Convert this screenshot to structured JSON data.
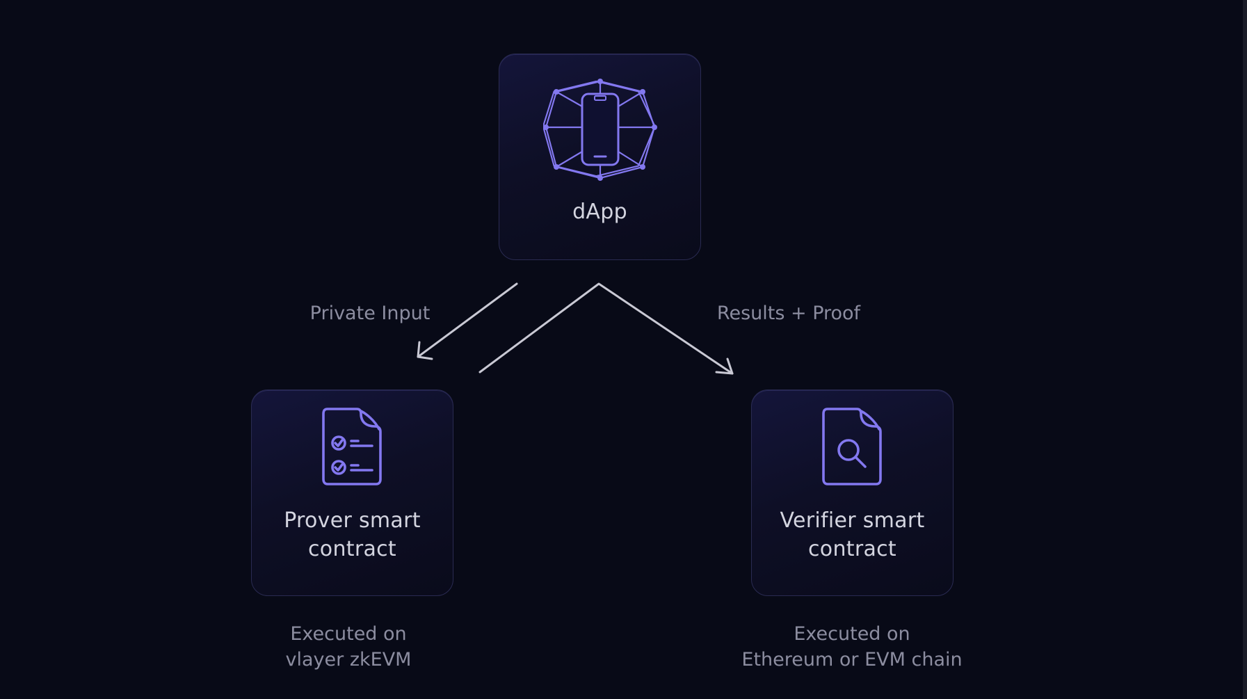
{
  "colors": {
    "background": "#080a17",
    "card_border": "#2a2b52",
    "icon_accent": "#8378f0",
    "arrow": "#c9c9d4",
    "title_text": "#d4d5e0",
    "muted_text": "#8c8da0"
  },
  "nodes": {
    "dapp": {
      "label": "dApp",
      "icon": "phone-network-icon"
    },
    "prover": {
      "label": "Prover smart contract",
      "icon": "checklist-document-icon"
    },
    "verifier": {
      "label": "Verifier smart contract",
      "icon": "document-search-icon"
    }
  },
  "edges": {
    "private_input": {
      "label": "Private Input",
      "from": "dapp",
      "to": "prover"
    },
    "results_proof": {
      "label": "Results + Proof",
      "from": "prover",
      "via": "dapp",
      "to": "verifier"
    }
  },
  "captions": {
    "prover": {
      "line1": "Executed on",
      "line2": "vlayer zkEVM"
    },
    "verifier": {
      "line1": "Executed on",
      "line2": "Ethereum or EVM chain"
    }
  }
}
